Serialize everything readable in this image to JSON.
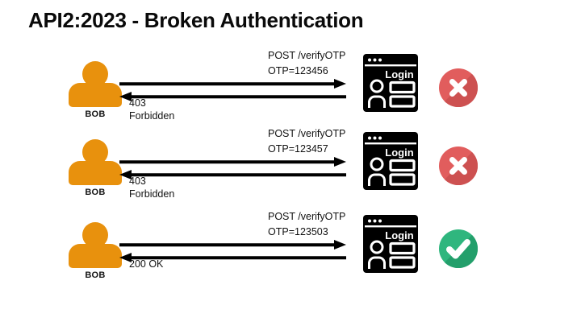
{
  "title": "API2:2023 - Broken Authentication",
  "colors": {
    "actor_orange": "#E8910D",
    "icon_black": "#000000",
    "fail_red": "#E15D5D",
    "fail_red_shadow": "#CD5151",
    "success_green": "#2FB67E",
    "success_green_shadow": "#239F6B",
    "arrow_black": "#000000"
  },
  "attempts": [
    {
      "actor": "BOB",
      "request": [
        "POST /verifyOTP",
        "OTP=123456"
      ],
      "response": [
        "403",
        "Forbidden"
      ],
      "server_label": "Login",
      "result": "fail"
    },
    {
      "actor": "BOB",
      "request": [
        "POST /verifyOTP",
        "OTP=123457"
      ],
      "response": [
        "403",
        "Forbidden"
      ],
      "server_label": "Login",
      "result": "fail"
    },
    {
      "actor": "BOB",
      "request": [
        "POST /verifyOTP",
        "OTP=123503"
      ],
      "response": [
        "200 OK"
      ],
      "server_label": "Login",
      "result": "success"
    }
  ]
}
